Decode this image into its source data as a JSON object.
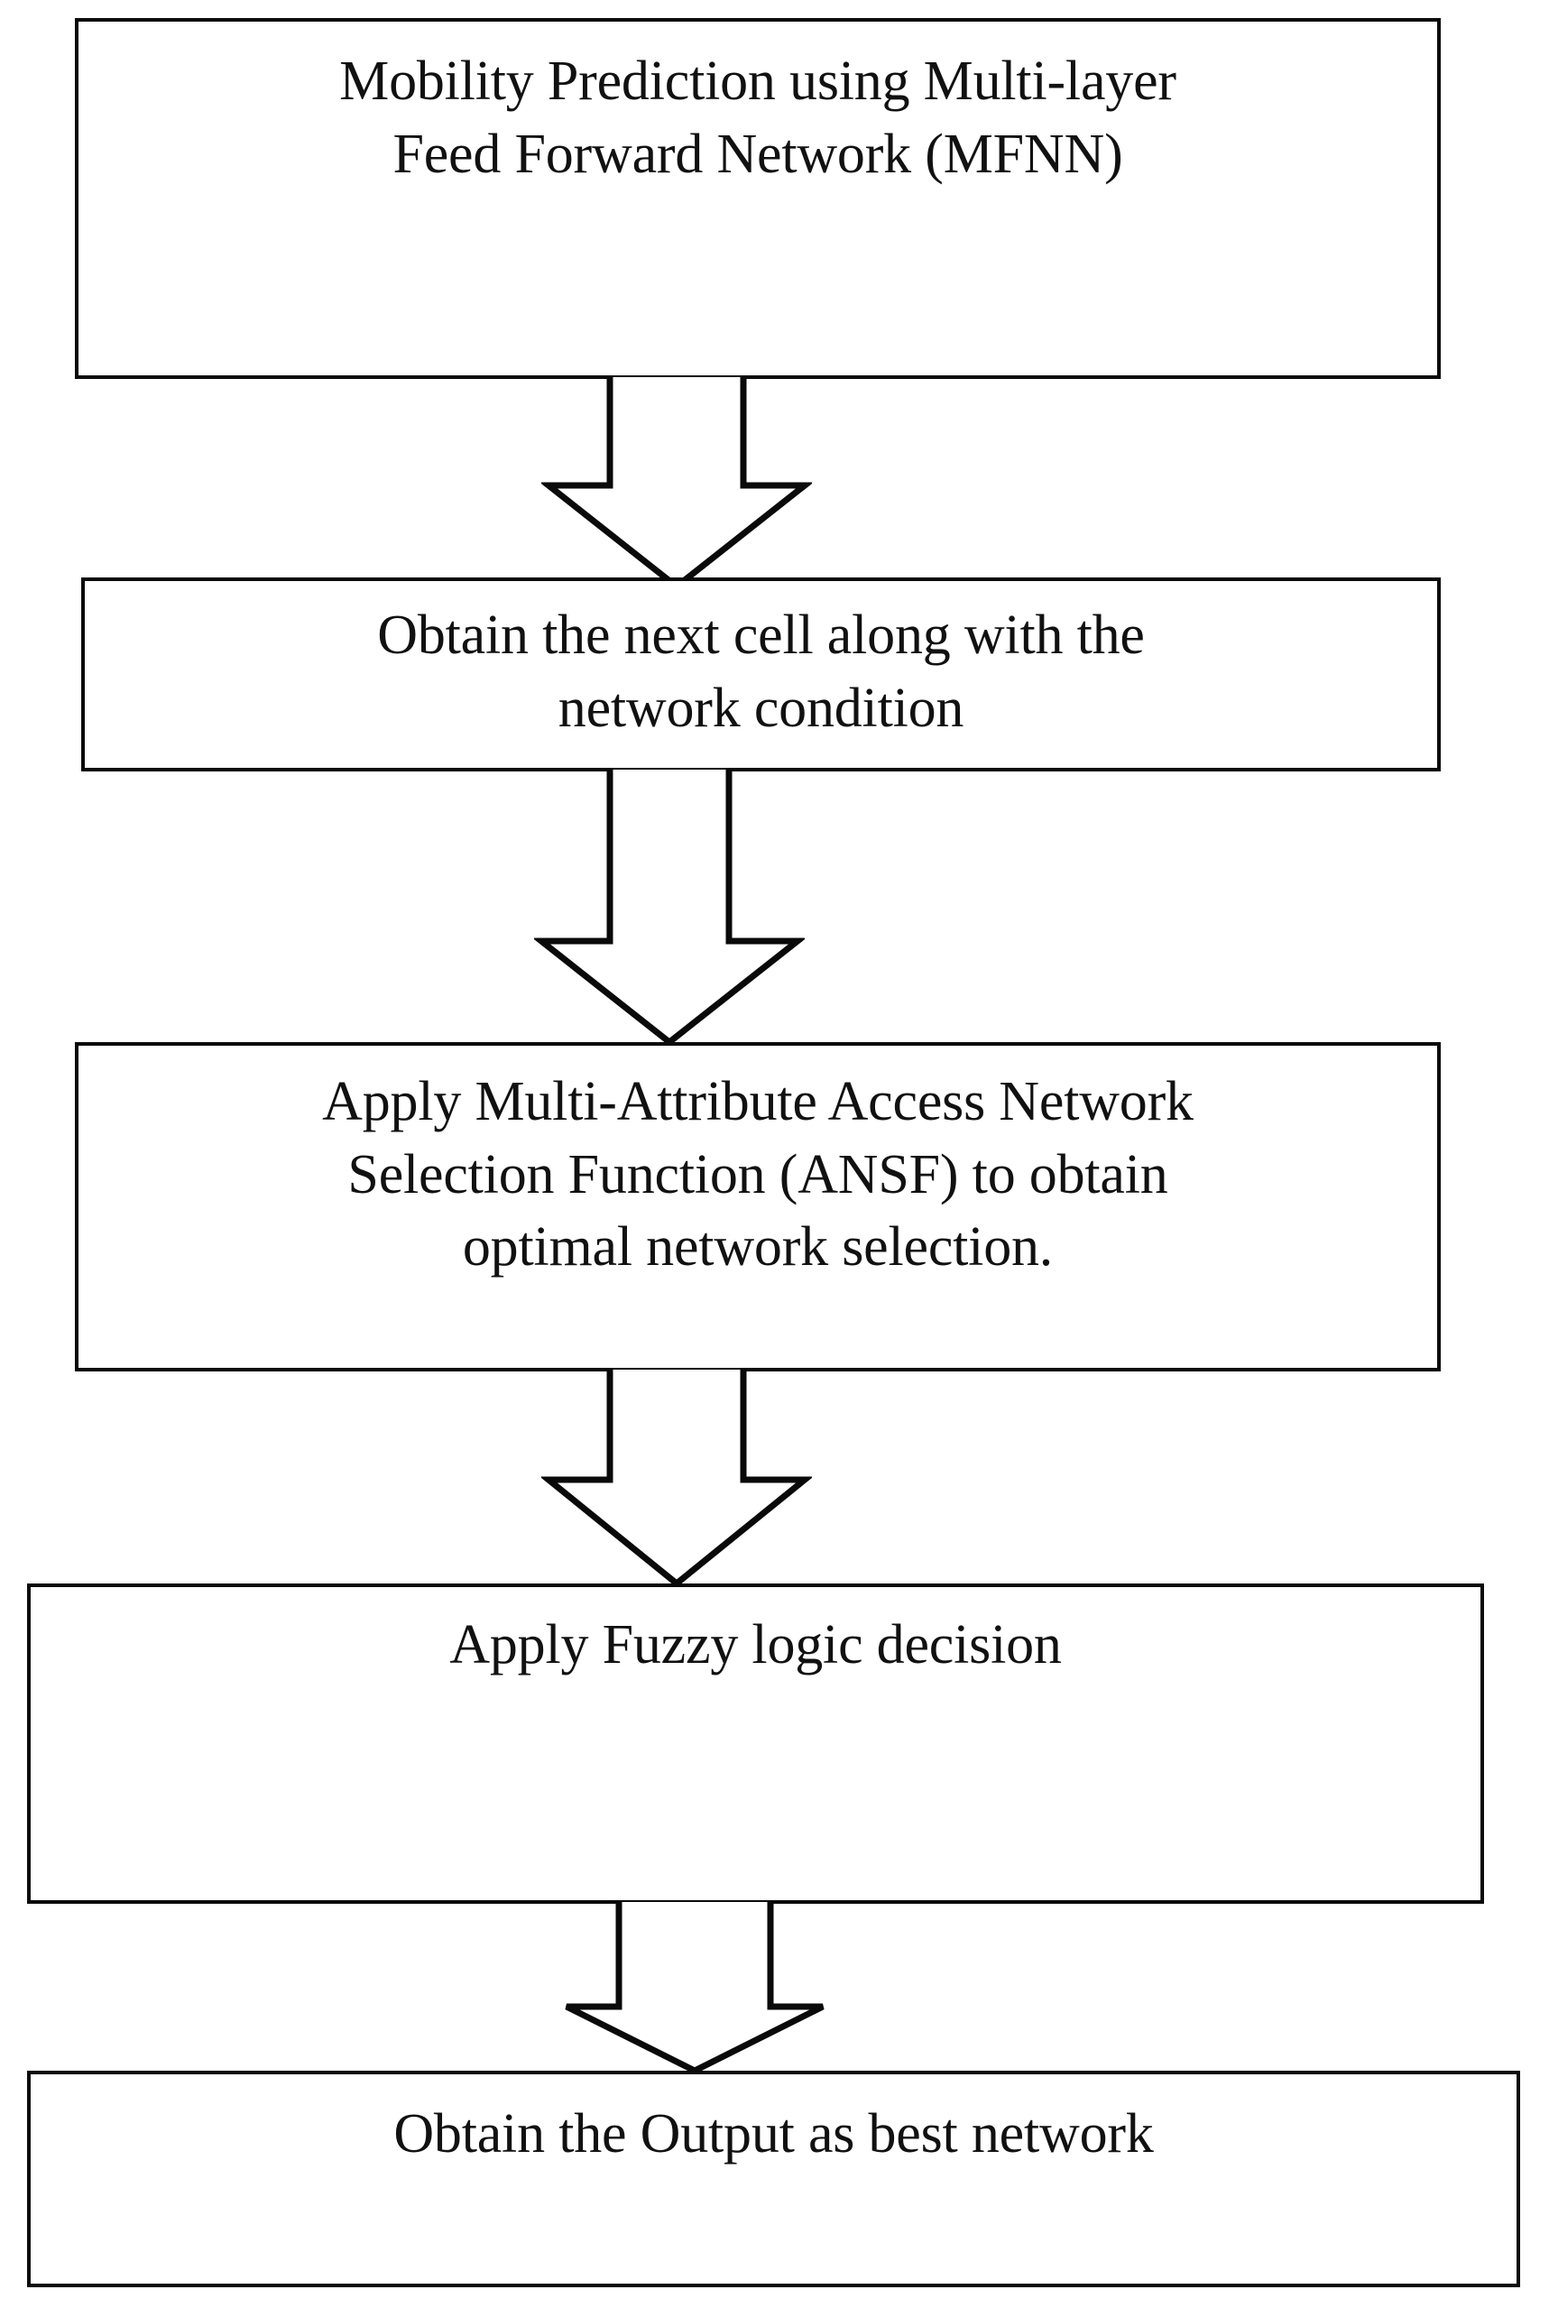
{
  "diagram": {
    "type": "flowchart",
    "orientation": "vertical-top-to-bottom",
    "background_color": "#ffffff",
    "stroke_color": "#0a0a0a",
    "text_color": "#111111",
    "nodes": [
      {
        "id": "node-1",
        "shape": "rectangle",
        "text": "Mobility Prediction using Multi-layer\nFeed Forward Network (MFNN)"
      },
      {
        "id": "node-2",
        "shape": "rectangle",
        "text": "Obtain the next cell along with the\nnetwork condition"
      },
      {
        "id": "node-3",
        "shape": "rectangle",
        "text": "Apply Multi-Attribute Access Network\nSelection Function (ANSF) to obtain\noptimal network selection."
      },
      {
        "id": "node-4",
        "shape": "rectangle",
        "text": "Apply Fuzzy logic decision"
      },
      {
        "id": "node-5",
        "shape": "rectangle",
        "text": "Obtain the Output as best network"
      }
    ],
    "connectors": [
      {
        "id": "arrow-1",
        "from": "node-1",
        "to": "node-2",
        "style": "hollow-block-arrow-down"
      },
      {
        "id": "arrow-2",
        "from": "node-2",
        "to": "node-3",
        "style": "hollow-block-arrow-down"
      },
      {
        "id": "arrow-3",
        "from": "node-3",
        "to": "node-4",
        "style": "hollow-block-arrow-down"
      },
      {
        "id": "arrow-4",
        "from": "node-4",
        "to": "node-5",
        "style": "hollow-block-arrow-down"
      }
    ]
  }
}
